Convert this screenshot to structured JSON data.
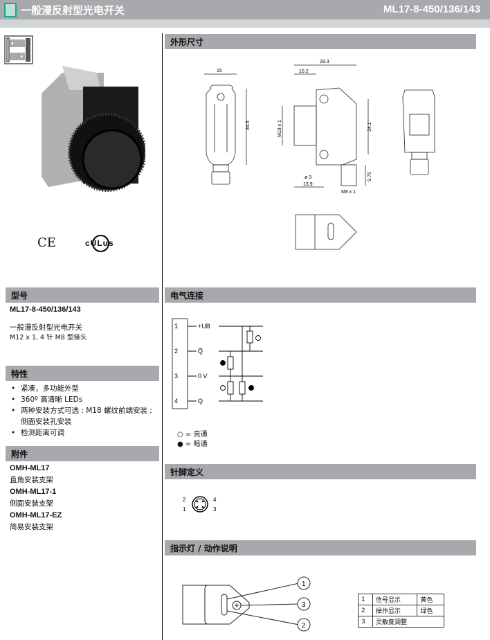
{
  "header": {
    "title": "一般漫反射型光电开关",
    "model": "ML17-8-450/136/143",
    "accent": "#1aa58e"
  },
  "left": {
    "type_heading": "型号",
    "type_model": "ML17-8-450/136/143",
    "type_desc": "一般漫反射型光电开关",
    "type_conn": "M12 x 1, 4 针 M8 型接头",
    "features_heading": "特性",
    "features": [
      "紧凑，多功能外型",
      "360º 高清晰 LEDs",
      "两种安装方式可选 : M18 螺纹前端安装 ; 侧面安装孔安装",
      "检测距离可调"
    ],
    "accessories_heading": "附件",
    "accessories": [
      {
        "name": "OMH-ML17",
        "desc": "直角安装支架"
      },
      {
        "name": "OMH-ML17-1",
        "desc": "侧面安装支架"
      },
      {
        "name": "OMH-ML17-EZ",
        "desc": "简易安装支架"
      }
    ],
    "cert": {
      "ce": "CE",
      "ul": "cULus"
    }
  },
  "dimensions": {
    "heading": "外形尺寸",
    "labels": {
      "w15": "15",
      "h345": "34.5",
      "w293": "29.3",
      "w102": "10.2",
      "m18": "M18 x 1",
      "h241": "24.1",
      "d3": "ø 3",
      "w139": "13.9",
      "h975": "9.75",
      "m8": "M8 x 1"
    }
  },
  "electrical": {
    "heading": "电气连接",
    "pins": [
      {
        "n": "1",
        "s": "+UB"
      },
      {
        "n": "2",
        "s": "Q̅"
      },
      {
        "n": "3",
        "s": "0 V"
      },
      {
        "n": "4",
        "s": "Q"
      }
    ],
    "legend": [
      {
        "sym": "○",
        "text": "= 亮通"
      },
      {
        "sym": "●",
        "text": "= 暗通"
      }
    ]
  },
  "pinout": {
    "heading": "针脚定义",
    "pins": [
      "2",
      "4",
      "1",
      "3"
    ]
  },
  "indicators": {
    "heading": "指示灯 / 动作说明",
    "callouts": [
      "1",
      "3",
      "2"
    ],
    "table": [
      {
        "n": "1",
        "name": "信号显示",
        "color": "黄色"
      },
      {
        "n": "2",
        "name": "操作显示",
        "color": "绿色"
      },
      {
        "n": "3",
        "name": "灵敏度调整",
        "color": ""
      }
    ]
  }
}
